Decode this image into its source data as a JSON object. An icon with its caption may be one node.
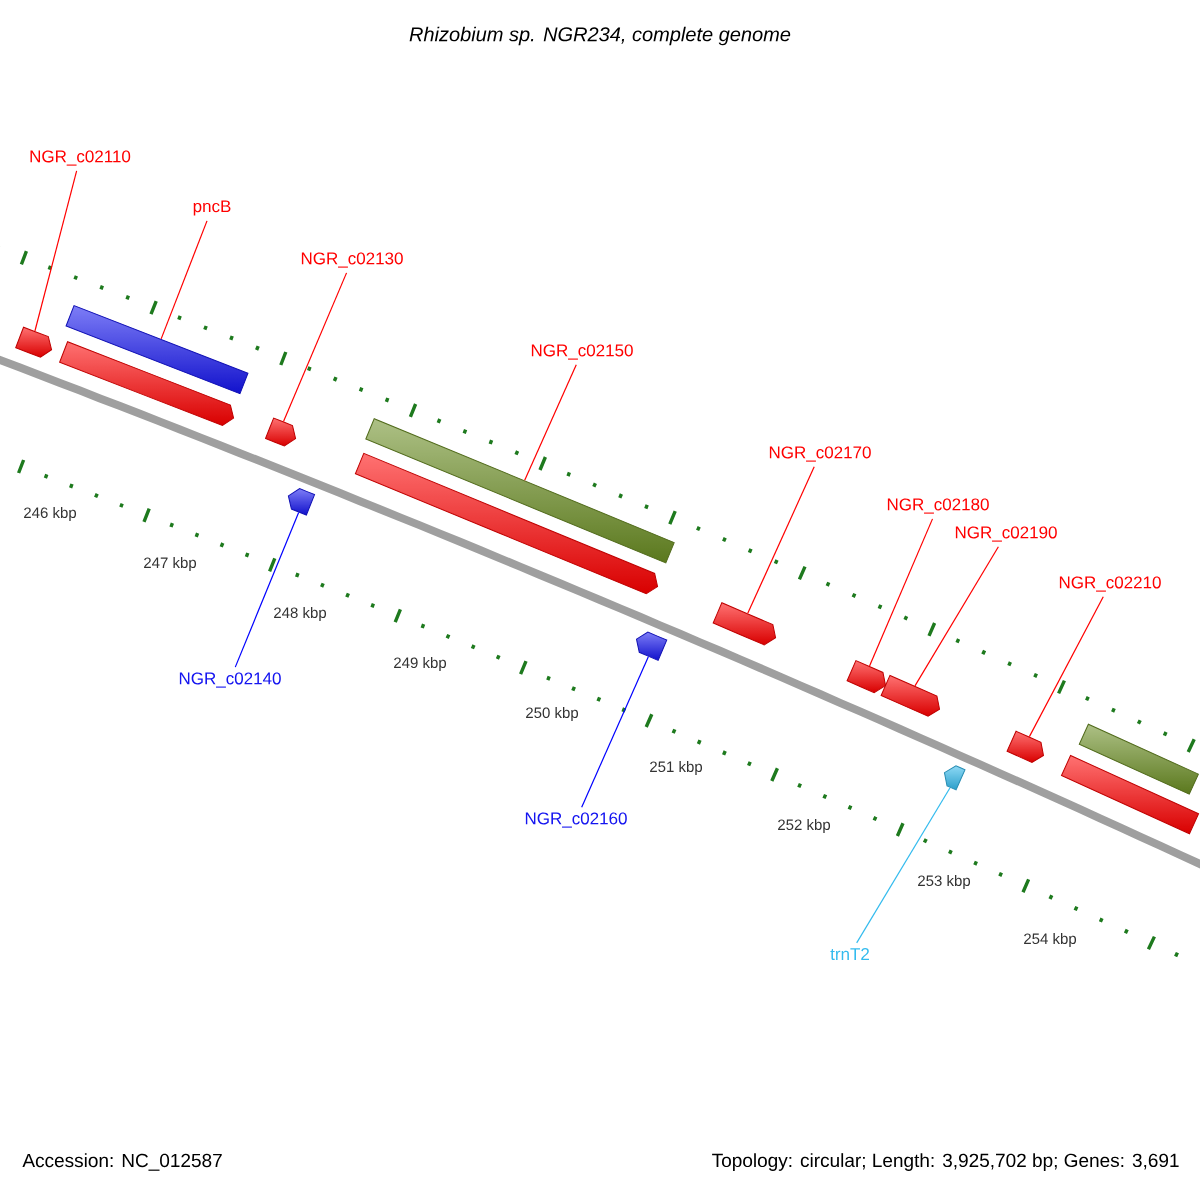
{
  "diagram": {
    "title": "Rhizobium sp. NGR234, complete genome",
    "nodes": [
      {
        "text": [
          "NGR_c02110"
        ]
      },
      {
        "text": [
          "pncB"
        ]
      },
      {
        "text": [
          "NGR_c02130"
        ]
      },
      {
        "text": [
          "NGR_c02150"
        ]
      },
      {
        "text": [
          "NGR_c02170"
        ]
      },
      {
        "text": [
          "NGR_c02180"
        ]
      },
      {
        "text": [
          "NGR_c02190"
        ]
      },
      {
        "text": [
          "NGR_c02210"
        ]
      },
      {
        "text": [
          "NGR_c02140"
        ]
      },
      {
        "text": [
          "NGR_c02160"
        ]
      },
      {
        "text": [
          "trnT2"
        ]
      },
      {
        "text": [],
        "shape": "arrow"
      },
      {
        "text": [],
        "shape": "bar"
      },
      {
        "text": [],
        "shape": "arrow"
      },
      {
        "text": [],
        "shape": "arrow"
      },
      {
        "text": [],
        "shape": "arrow"
      },
      {
        "text": [],
        "shape": "bar"
      },
      {
        "text": [],
        "shape": "arrow"
      },
      {
        "text": [],
        "shape": "arrow"
      },
      {
        "text": [],
        "shape": "arrow"
      },
      {
        "text": [],
        "shape": "arrow"
      },
      {
        "text": [],
        "shape": "arrow"
      },
      {
        "text": [],
        "shape": "arrow"
      },
      {
        "text": [],
        "shape": "arrow"
      },
      {
        "text": [],
        "shape": "bar"
      },
      {
        "text": [],
        "shape": "bar"
      }
    ],
    "edges": [
      {
        "from": 0,
        "to": 11,
        "arrow": "none"
      },
      {
        "from": 1,
        "to": 12,
        "arrow": "none"
      },
      {
        "from": 2,
        "to": 14,
        "arrow": "none"
      },
      {
        "from": 3,
        "to": 16,
        "arrow": "none"
      },
      {
        "from": 4,
        "to": 19,
        "arrow": "none"
      },
      {
        "from": 5,
        "to": 20,
        "arrow": "none"
      },
      {
        "from": 6,
        "to": 21,
        "arrow": "none"
      },
      {
        "from": 7,
        "to": 23,
        "arrow": "none"
      },
      {
        "from": 8,
        "to": 15,
        "arrow": "none",
        "color": "#0000ff"
      },
      {
        "from": 9,
        "to": 18,
        "arrow": "none",
        "color": "#0000ff"
      },
      {
        "from": 10,
        "to": 22,
        "arrow": "none",
        "color": "#33bbee"
      }
    ],
    "labels": [
      "246 kbp",
      "247 kbp",
      "248 kbp",
      "249 kbp",
      "250 kbp",
      "251 kbp",
      "252 kbp",
      "253 kbp",
      "254 kbp",
      "Accession: NC_012587",
      "Topology: circular; Length: 3,925,702 bp; Genes: 3,691"
    ]
  }
}
